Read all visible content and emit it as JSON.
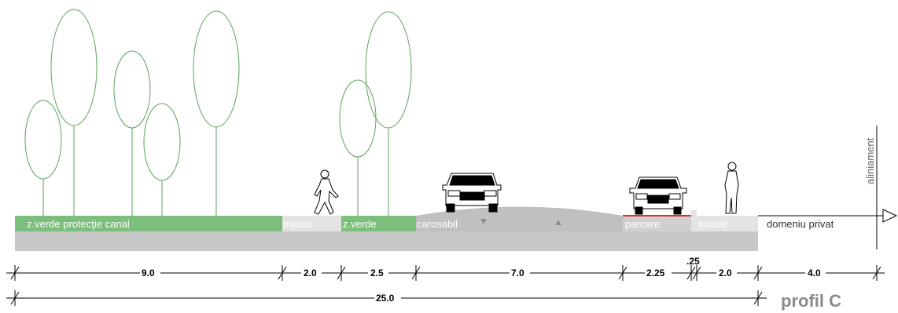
{
  "colors": {
    "green_band": "#7cbf7c",
    "grey_base": "#c8c8c8",
    "light_zone": "#e4e4e4",
    "road": "#c0c0c0",
    "tree_stroke": "#5aa55a",
    "parking_line": "#e03030",
    "label_white": "#ffffff",
    "label_dark": "#333333",
    "title": "#8a8a8a",
    "line": "#000000"
  },
  "zones": {
    "z_verde_canal": "z.verde protecţie canal",
    "trotuar_left": "trotuar",
    "z_verde": "z.verde",
    "carosabil": "carosabil",
    "parcare": "parcare",
    "trotuar_right": "trotuar",
    "domeniu_privat": "domeniu privat"
  },
  "aliniament": "aliniament",
  "dimensions": {
    "d1": "9.0",
    "d2": "2.0",
    "d3": "2.5",
    "d4": "7.0",
    "d5": "2.25",
    "d6": ".25",
    "d7": "2.0",
    "d8": "4.0",
    "total": "25.0"
  },
  "title": "profil C",
  "icons": [
    "tree-icon",
    "car-icon",
    "pedestrian-icon",
    "arrow-icon"
  ]
}
